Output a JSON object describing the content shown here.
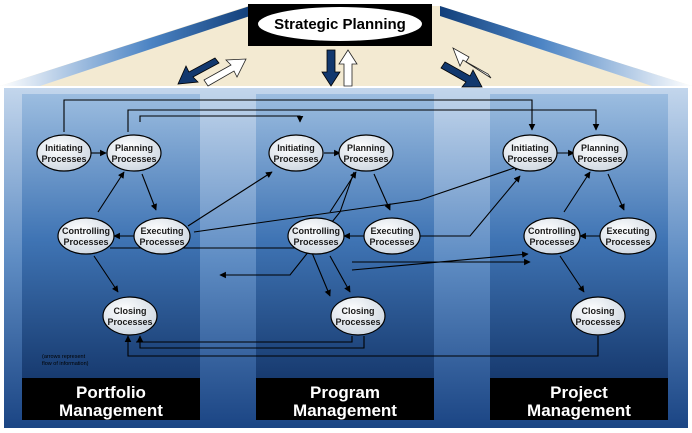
{
  "top": {
    "title": "Strategic Planning"
  },
  "note": {
    "line1": "(arrows represent",
    "line2": "flow of information)"
  },
  "pillars": [
    {
      "id": "portfolio",
      "title_line1": "Portfolio",
      "title_line2": "Management",
      "nodes": {
        "initiating": {
          "line1": "Initiating",
          "line2": "Processes"
        },
        "planning": {
          "line1": "Planning",
          "line2": "Processes"
        },
        "controlling": {
          "line1": "Controlling",
          "line2": "Processes"
        },
        "executing": {
          "line1": "Executing",
          "line2": "Processes"
        },
        "closing": {
          "line1": "Closing",
          "line2": "Processes"
        }
      }
    },
    {
      "id": "program",
      "title_line1": "Program",
      "title_line2": "Management",
      "nodes": {
        "initiating": {
          "line1": "Initiating",
          "line2": "Processes"
        },
        "planning": {
          "line1": "Planning",
          "line2": "Processes"
        },
        "controlling": {
          "line1": "Controlling",
          "line2": "Processes"
        },
        "executing": {
          "line1": "Executing",
          "line2": "Processes"
        },
        "closing": {
          "line1": "Closing",
          "line2": "Processes"
        }
      }
    },
    {
      "id": "project",
      "title_line1": "Project",
      "title_line2": "Management",
      "nodes": {
        "initiating": {
          "line1": "Initiating",
          "line2": "Processes"
        },
        "planning": {
          "line1": "Planning",
          "line2": "Processes"
        },
        "controlling": {
          "line1": "Controlling",
          "line2": "Processes"
        },
        "executing": {
          "line1": "Executing",
          "line2": "Processes"
        },
        "closing": {
          "line1": "Closing",
          "line2": "Processes"
        }
      }
    }
  ],
  "colors": {
    "roof_light": "#f3ead2",
    "roof_blue": "#1c5a9c",
    "pillar_top": "#8fb3d9",
    "pillar_bottom": "#0e2f63",
    "gap_top": "#b7cde6",
    "gap_bottom": "#214c8a",
    "banner": "#000000",
    "arrow_dark": "#12386e",
    "node_fill": "#eef2f6"
  }
}
